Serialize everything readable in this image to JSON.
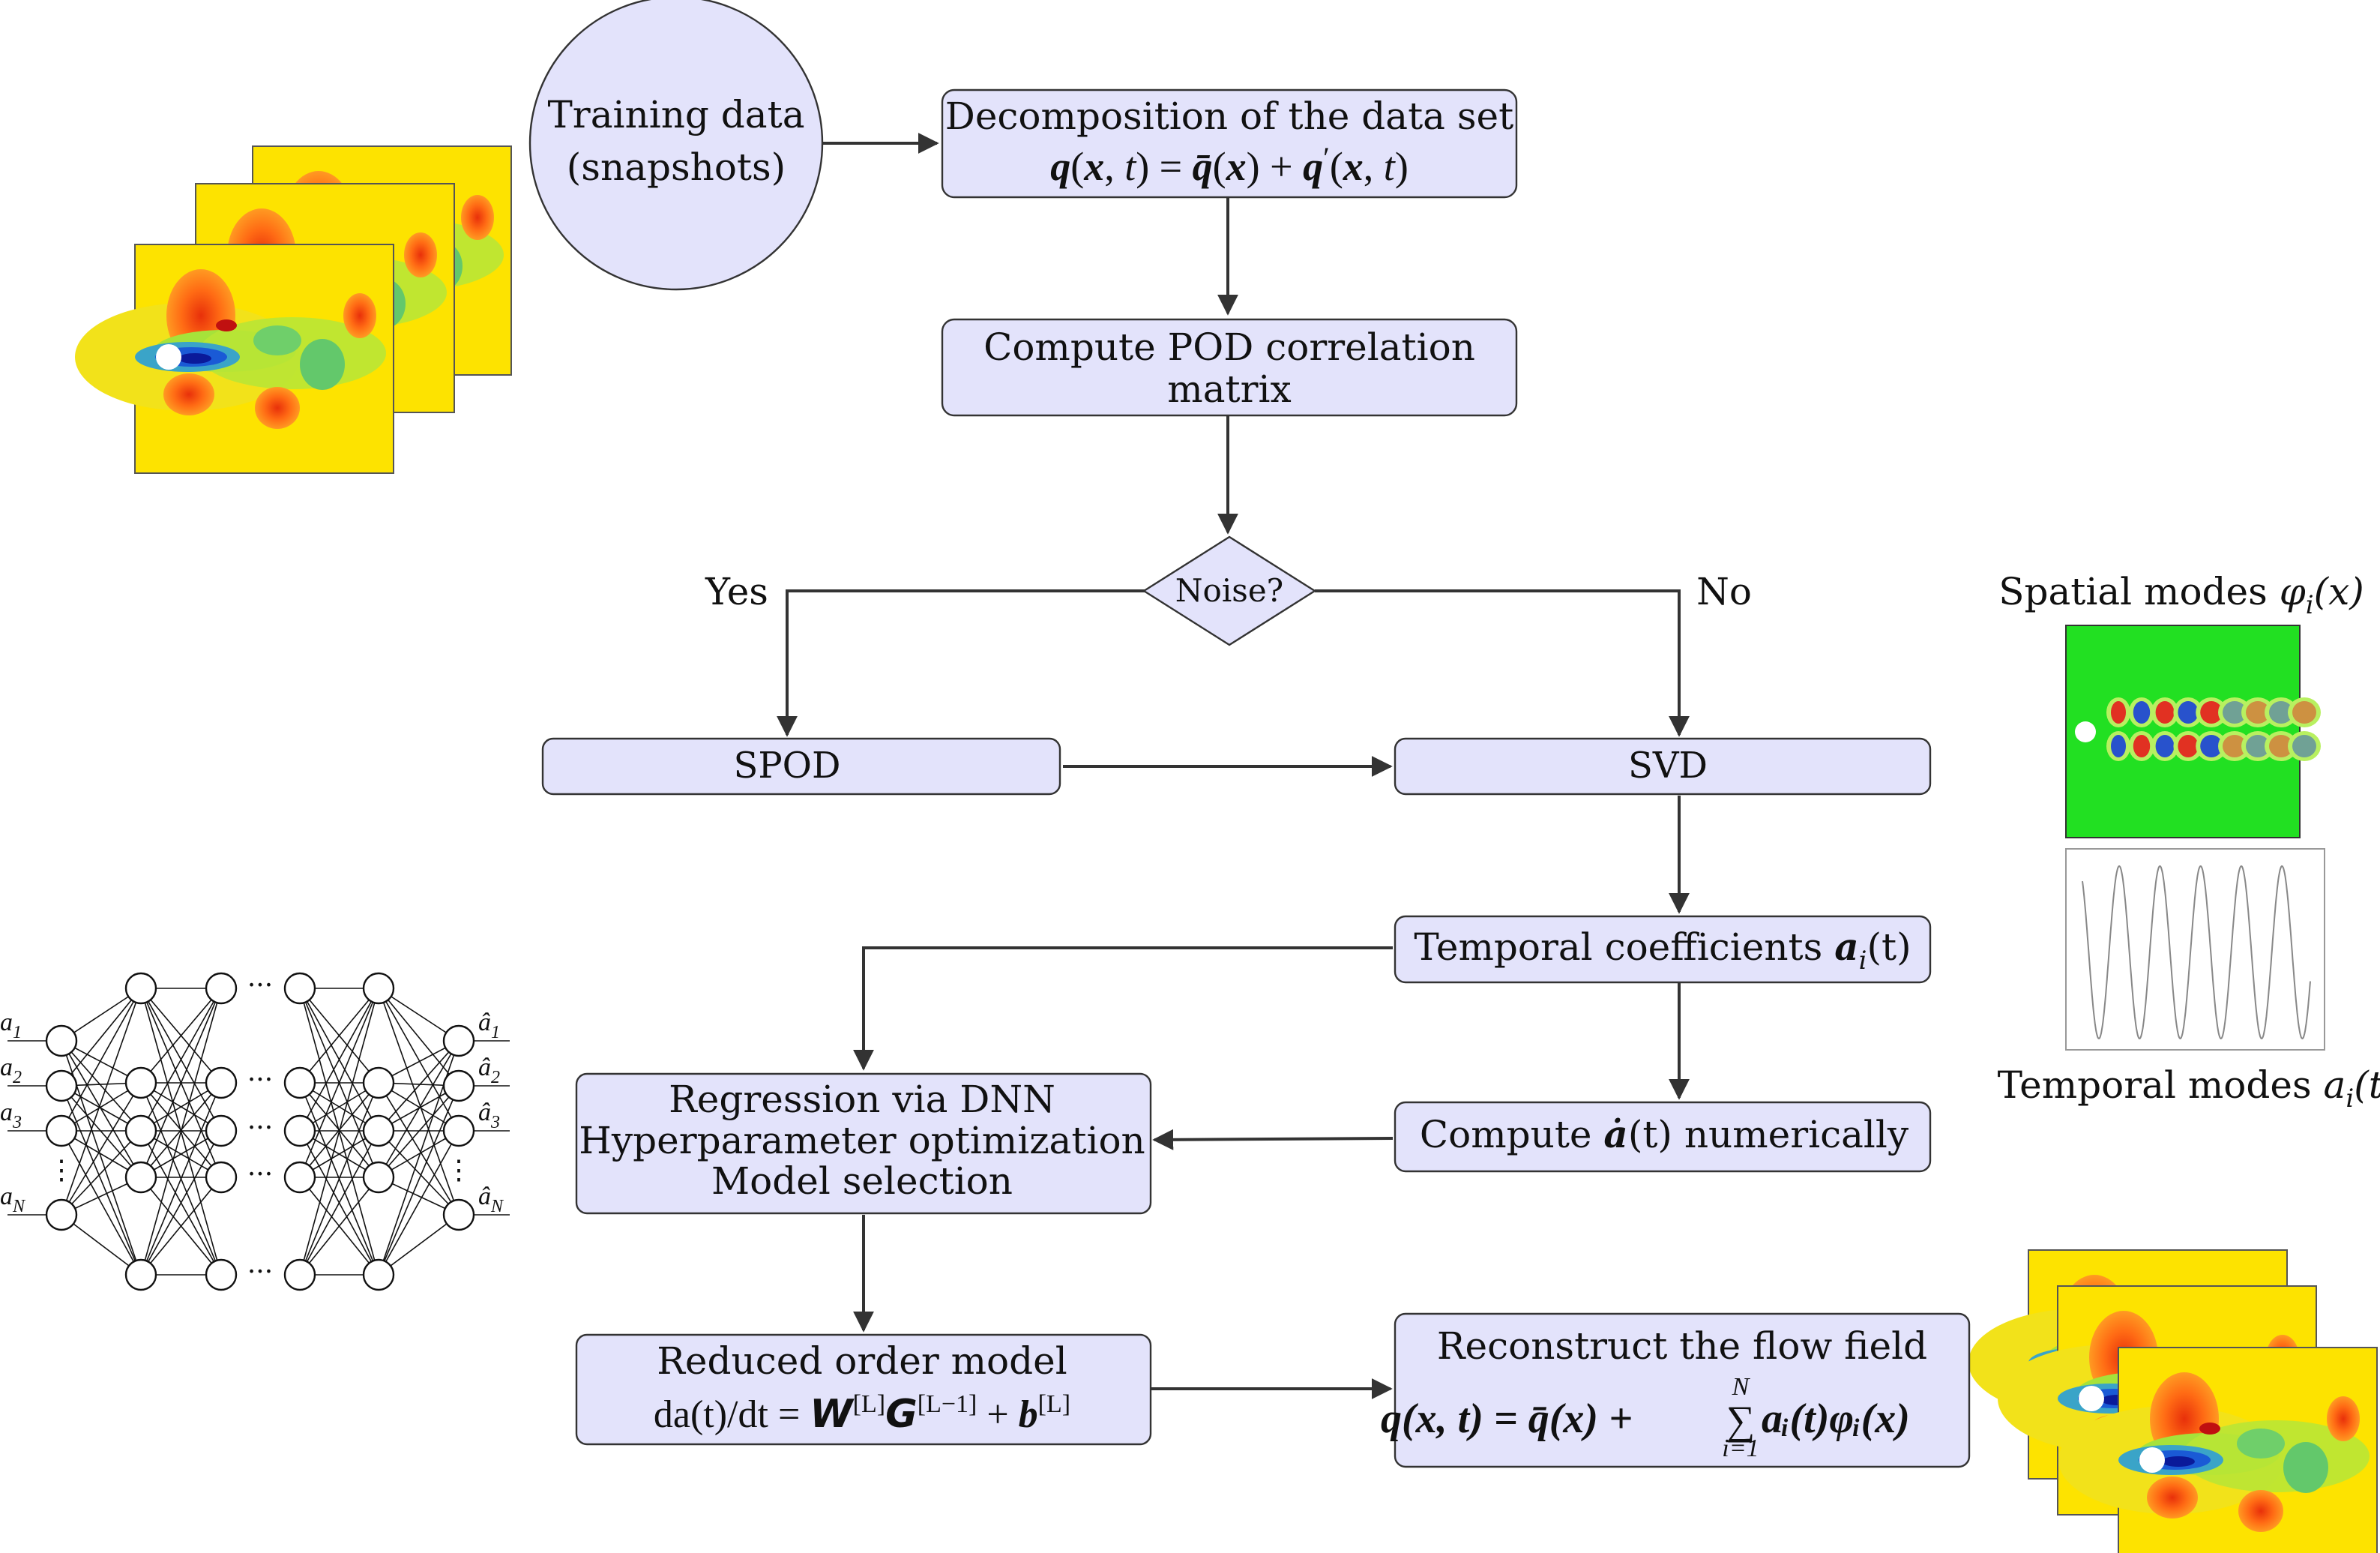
{
  "flow": {
    "training": [
      "Training data",
      "(snapshots)"
    ],
    "decomp": {
      "title": "Decomposition of the data set",
      "eq": [
        "q",
        "(",
        "x",
        ", ",
        "t",
        ") = ",
        "q̄",
        "(",
        "x",
        ") + ",
        "q",
        "′",
        "(",
        "x",
        ", ",
        "t",
        ")"
      ]
    },
    "pod": [
      "Compute POD correlation",
      "matrix"
    ],
    "noise": "Noise?",
    "yes": "Yes",
    "no": "No",
    "spod": "SPOD",
    "svd": "SVD",
    "temporal": {
      "text": "Temporal coefficients ",
      "sym": "a",
      "sub": "i",
      "arg": "(t)"
    },
    "deriv": {
      "pre": "Compute ",
      "sym": "ȧ",
      "arg": "(t)",
      "post": " numerically"
    },
    "dnn": [
      "Regression via DNN",
      "Hyperparameter optimization",
      "Model selection"
    ],
    "rom": {
      "title": "Reduced order model",
      "lhs": "da(t)/dt = ",
      "W": "W",
      "Wsup": "[L]",
      "G": "G",
      "Gsup": "[L−1]",
      "plus": " + ",
      "b": "b",
      "bsup": "[L]"
    },
    "recon": {
      "title": "Reconstruct the flow field",
      "lhs": "q(x, t) = q̄(x) + ",
      "sum": "∑",
      "upper": "N",
      "lower": "i=1",
      "rhs": "aᵢ(t)φᵢ(x)"
    }
  },
  "side": {
    "spatial": {
      "text": "Spatial modes ",
      "sym": "φ",
      "sub": "i",
      "arg": "(x)"
    },
    "temporal": {
      "text": "Temporal modes ",
      "sym": "a",
      "sub": "i",
      "arg": "(t)"
    }
  },
  "nn": {
    "inputs": [
      {
        "b": "a",
        "s": "1"
      },
      {
        "b": "a",
        "s": "2"
      },
      {
        "b": "a",
        "s": "3"
      },
      {
        "b": "a",
        "s": "N"
      }
    ],
    "outputs": [
      {
        "b": "â",
        "s": "1"
      },
      {
        "b": "â",
        "s": "2"
      },
      {
        "b": "â",
        "s": "3"
      },
      {
        "b": "â",
        "s": "N"
      }
    ],
    "dots": "···"
  },
  "colors": {
    "box_fill": "#e3e3fb",
    "box_stroke": "#333333",
    "line": "#333333"
  }
}
